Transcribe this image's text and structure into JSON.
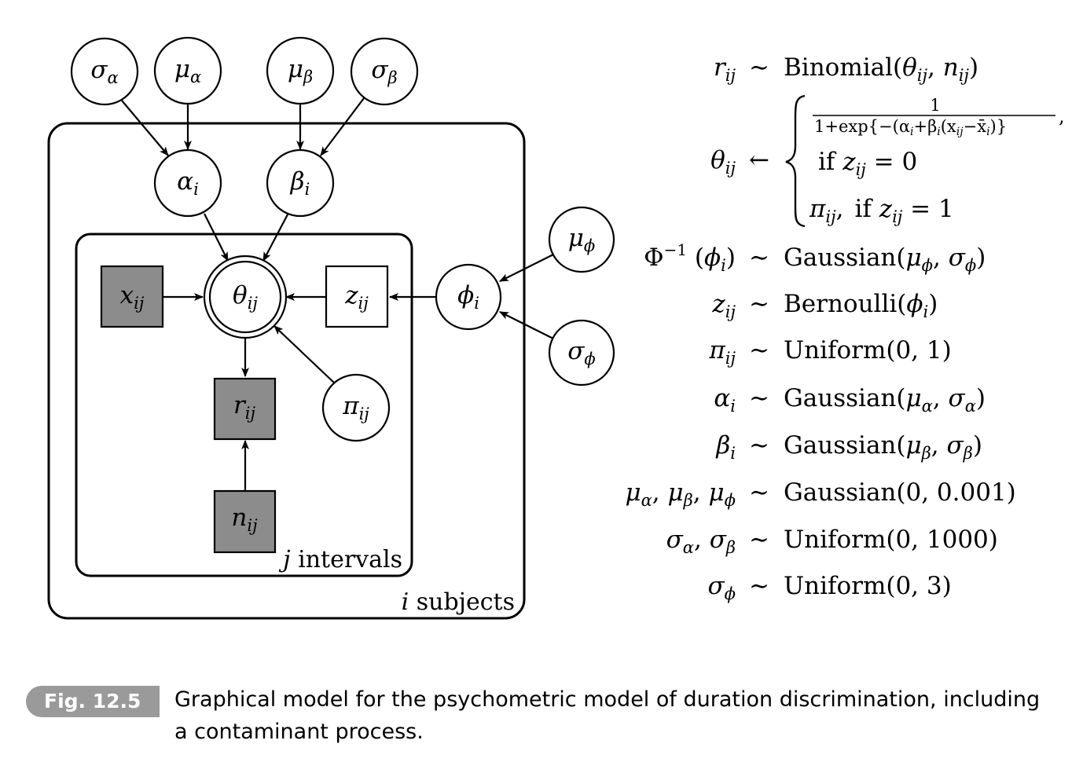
{
  "nodes": {
    "sigma_alpha": {
      "sym": "σ",
      "sub": "α"
    },
    "mu_alpha": {
      "sym": "μ",
      "sub": "α"
    },
    "mu_beta": {
      "sym": "μ",
      "sub": "β"
    },
    "sigma_beta": {
      "sym": "σ",
      "sub": "β"
    },
    "alpha_i": {
      "sym": "α",
      "sub": "i"
    },
    "beta_i": {
      "sym": "β",
      "sub": "i"
    },
    "theta_ij": {
      "sym": "θ",
      "sub": "ij"
    },
    "x_ij": {
      "sym": "x",
      "sub": "ij"
    },
    "z_ij": {
      "sym": "z",
      "sub": "ij"
    },
    "r_ij": {
      "sym": "r",
      "sub": "ij"
    },
    "pi_ij": {
      "sym": "π",
      "sub": "ij"
    },
    "n_ij": {
      "sym": "n",
      "sub": "ij"
    },
    "phi_i": {
      "sym": "ϕ",
      "sub": "i"
    },
    "mu_phi": {
      "sym": "μ",
      "sub": "ϕ"
    },
    "sigma_phi": {
      "sym": "σ",
      "sub": "ϕ"
    }
  },
  "plates": {
    "inner": {
      "var": "j",
      "word": "intervals"
    },
    "outer": {
      "var": "i",
      "word": "subjects"
    }
  },
  "equations": {
    "r": {
      "lhs": "r",
      "lhs_sub": "ij",
      "rel": "∼",
      "dist": "Binomial(",
      "a1": "θ",
      "a1_sub": "ij",
      "sep": ", ",
      "a2": "n",
      "a2_sub": "ij",
      "close": ")"
    },
    "theta": {
      "lhs": "θ",
      "lhs_sub": "ij",
      "rel": "←",
      "frac_num": "1",
      "frac_den": "1+exp{−(α",
      "frac_den_rest": "+β",
      "frac_den_rest2": "(x",
      "frac_den_rest3": "−x̄",
      "frac_den_end": ")}",
      "frac_tail": ",",
      "case1_if": "if ",
      "case1_var": "z",
      "case1_sub": "ij",
      "case1_val": " = 0",
      "case2_var": "π",
      "case2_sub": "ij",
      "case2_comma": ",",
      "case2_if": "if ",
      "case2_zvar": "z",
      "case2_zsub": "ij",
      "case2_val": " = 1"
    },
    "phi": {
      "lhs": "Φ",
      "lhs_sup": "−1",
      "lhs_arg_open": " (",
      "lhs_arg": "ϕ",
      "lhs_arg_sub": "i",
      "lhs_arg_close": ")",
      "rel": "∼",
      "dist": "Gaussian(",
      "a1": "μ",
      "a1_sub": "ϕ",
      "sep": ", ",
      "a2": "σ",
      "a2_sub": "ϕ",
      "close": ")"
    },
    "z": {
      "lhs": "z",
      "lhs_sub": "ij",
      "rel": "∼",
      "dist": "Bernoulli(",
      "a1": "ϕ",
      "a1_sub": "i",
      "close": ")"
    },
    "pi": {
      "lhs": "π",
      "lhs_sub": "ij",
      "rel": "∼",
      "dist": "Uniform(0, 1)"
    },
    "alpha": {
      "lhs": "α",
      "lhs_sub": "i",
      "rel": "∼",
      "dist": "Gaussian(",
      "a1": "μ",
      "a1_sub": "α",
      "sep": ", ",
      "a2": "σ",
      "a2_sub": "α",
      "close": ")"
    },
    "beta": {
      "lhs": "β",
      "lhs_sub": "i",
      "rel": "∼",
      "dist": "Gaussian(",
      "a1": "μ",
      "a1_sub": "β",
      "sep": ", ",
      "a2": "σ",
      "a2_sub": "β",
      "close": ")"
    },
    "mus": {
      "l1": "μ",
      "l1_sub": "α",
      "l2": "μ",
      "l2_sub": "β",
      "l3": "μ",
      "l3_sub": "ϕ",
      "comma": ", ",
      "rel": "∼",
      "dist": "Gaussian(0, 0.001)"
    },
    "sigmas": {
      "l1": "σ",
      "l1_sub": "α",
      "l2": "σ",
      "l2_sub": "β",
      "comma": ", ",
      "rel": "∼",
      "dist": "Uniform(0, 1000)"
    },
    "sigma_phi": {
      "lhs": "σ",
      "lhs_sub": "ϕ",
      "rel": "∼",
      "dist": "Uniform(0, 3)"
    }
  },
  "caption": {
    "label": "Fig. 12.5",
    "text": "Graphical model for the psychometric model of duration discrimination, including a contaminant process."
  },
  "colors": {
    "observed_fill": "#8c8c8c",
    "latent_fill": "#ffffff",
    "stroke": "#000000"
  }
}
